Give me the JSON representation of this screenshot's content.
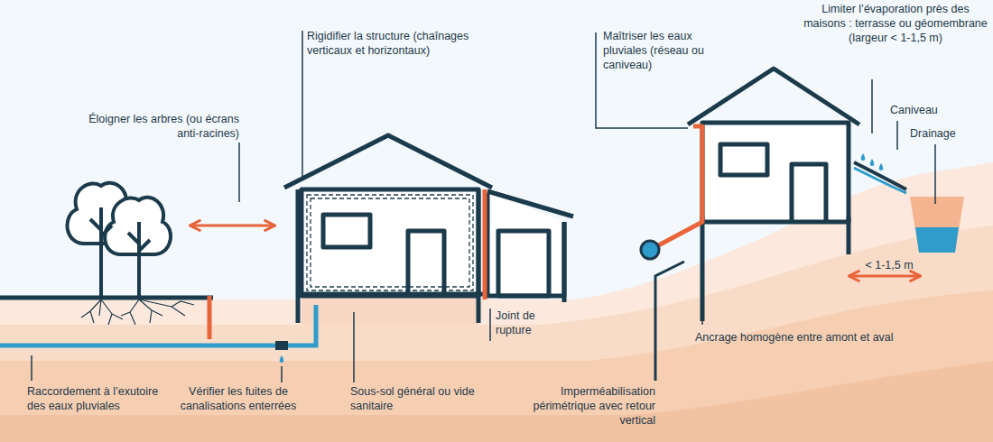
{
  "diagram": {
    "labels": [
      "Éloigner les arbres (ou écrans anti-racines)",
      "Rigidifier la structure (chaînages verticaux et horizontaux)",
      "Maîtriser les eaux pluviales (réseau ou caniveau)",
      "Limiter l’évaporation près des maisons : terrasse ou géomembrane (largeur < 1-1,5 m)",
      "Caniveau",
      "Drainage",
      "< 1-1,5 m",
      "Ancrage homogène entre amont et aval",
      "Joint de rupture",
      "Raccordement à l’exutoire des eaux pluviales",
      "Vérifier les fuites de canalisations enterrées",
      "Sous-sol général ou vide sanitaire",
      "Imperméabilisation périmétrique avec retour vertical"
    ]
  }
}
